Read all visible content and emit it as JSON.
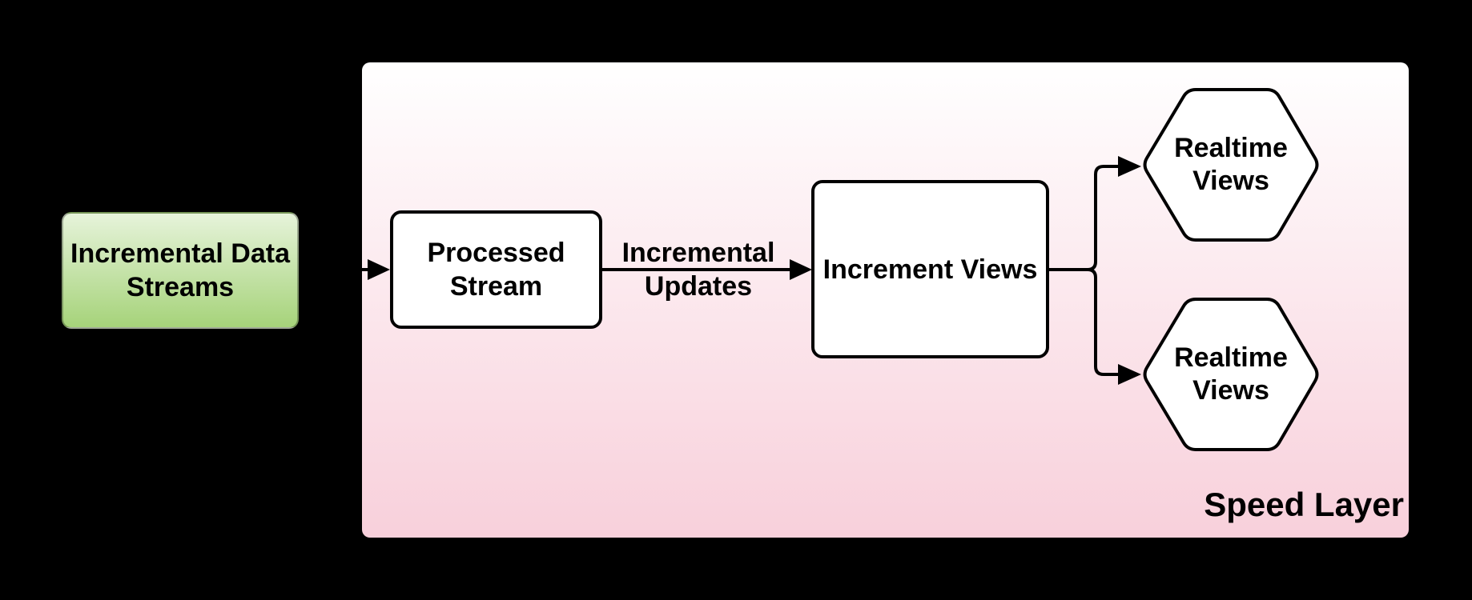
{
  "colors": {
    "background": "#000000",
    "stroke": "#000000",
    "node_fill": "#ffffff",
    "panel_top": "#ffffff",
    "panel_bottom": "#f8d0db",
    "source_top": "#e6f3da",
    "source_bottom": "#a6d37a",
    "text": "#000000"
  },
  "panel": {
    "label": "Speed Layer"
  },
  "nodes": {
    "incremental_data_streams": {
      "line1": "Incremental Data",
      "line2": "Streams"
    },
    "processed_stream": {
      "line1": "Processed",
      "line2": "Stream"
    },
    "increment_views": {
      "label": "Increment Views"
    },
    "realtime_views_top": {
      "line1": "Realtime",
      "line2": "Views"
    },
    "realtime_views_bottom": {
      "line1": "Realtime",
      "line2": "Views"
    }
  },
  "edges": {
    "incremental_updates": {
      "line1": "Incremental",
      "line2": "Updates"
    }
  }
}
